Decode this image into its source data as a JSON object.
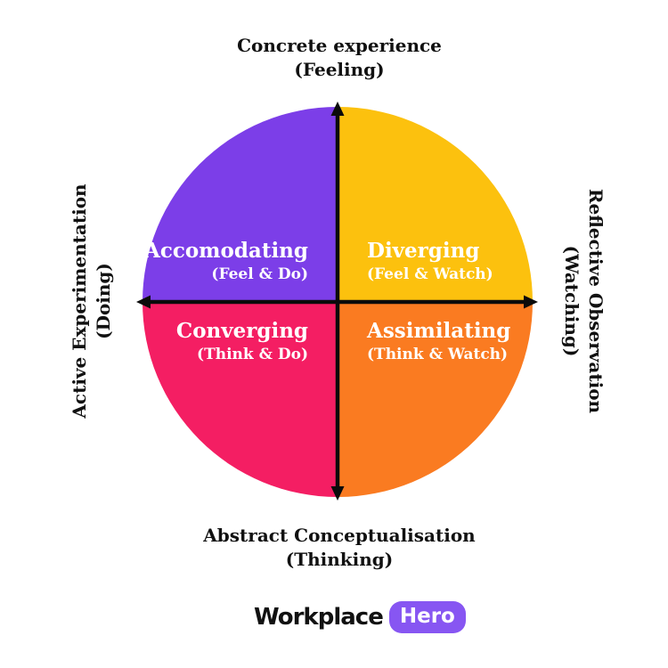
{
  "page": {
    "background": "#FFFFFF",
    "axes_color": "#0B0B0B"
  },
  "axis_labels": {
    "top": {
      "line1": "Concrete experience",
      "line2": "(Feeling)"
    },
    "bottom": {
      "line1": "Abstract Conceptualisation",
      "line2": "(Thinking)"
    },
    "left": {
      "line1": "Active Experimentation",
      "line2": "(Doing)"
    },
    "right": {
      "line1": "Reflective Observation",
      "line2": "(Watching)"
    }
  },
  "quadrants": [
    {
      "position": "top-left",
      "name": "Accomodating",
      "sub": "(Feel & Do)",
      "color": "#7C3EE8"
    },
    {
      "position": "top-right",
      "name": "Diverging",
      "sub": "(Feel & Watch)",
      "color": "#FCC10E"
    },
    {
      "position": "bottom-left",
      "name": "Converging",
      "sub": "(Think & Do)",
      "color": "#F41E63"
    },
    {
      "position": "bottom-right",
      "name": "Assimilating",
      "sub": "(Think & Watch)",
      "color": "#FA7B21"
    }
  ],
  "logo": {
    "word": "Workplace",
    "badge": "Hero",
    "word_color": "#111111",
    "badge_bg": "#8756F2",
    "badge_text_color": "#FFFFFF"
  }
}
